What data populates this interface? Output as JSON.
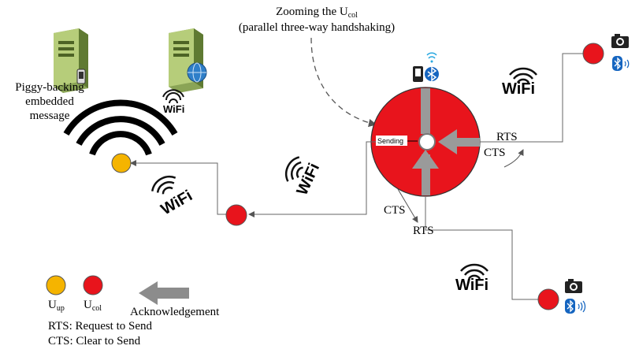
{
  "zoom_annotation": {
    "line1_prefix": "Zooming the U",
    "line1_sub": "col",
    "line2": "(parallel three-way handshaking)"
  },
  "piggyback_label": [
    "Piggy-backing",
    "embedded",
    "message"
  ],
  "sending_label": "Sending",
  "signals": {
    "rts_right": "RTS",
    "cts_right": "CTS",
    "cts_bottom": "CTS",
    "rts_bottom": "RTS"
  },
  "wifi_label": "WiFi",
  "legend": {
    "uup_prefix": "U",
    "uup_sub": "up",
    "ucol_prefix": "U",
    "ucol_sub": "col",
    "acknowledgement": "Acknowledgement",
    "rts_def": "RTS: Request to Send",
    "cts_def": "CTS: Clear to Send"
  },
  "colors": {
    "u_col_red": "#e8141c",
    "u_up_yellow": "#f5b400",
    "arrow_gray": "#8c8c8c",
    "line_gray": "#666666",
    "bluetooth_blue": "#1565c0"
  }
}
